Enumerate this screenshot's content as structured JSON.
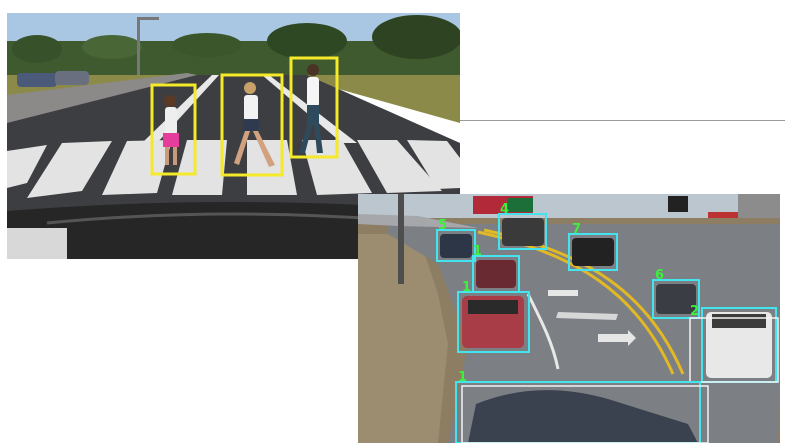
{
  "colors": {
    "pedestrian_box": "#f4ea2a",
    "vehicle_box": "#43e4ee",
    "vehicle_box_white": "#f4f4f4",
    "label_text": "#3cf03c"
  },
  "crosswalk_scene": {
    "pedestrian_boxes": 3
  },
  "intersection_scene": {
    "detections": [
      {
        "id": "4",
        "label": "4"
      },
      {
        "id": "5",
        "label": "5"
      },
      {
        "id": "6",
        "label": "6"
      },
      {
        "id": "7",
        "label": "7"
      },
      {
        "id": "1",
        "label": "1"
      },
      {
        "id": "1b",
        "label": "1"
      },
      {
        "id": "2",
        "label": "2"
      },
      {
        "id": "1c",
        "label": "1"
      }
    ]
  }
}
